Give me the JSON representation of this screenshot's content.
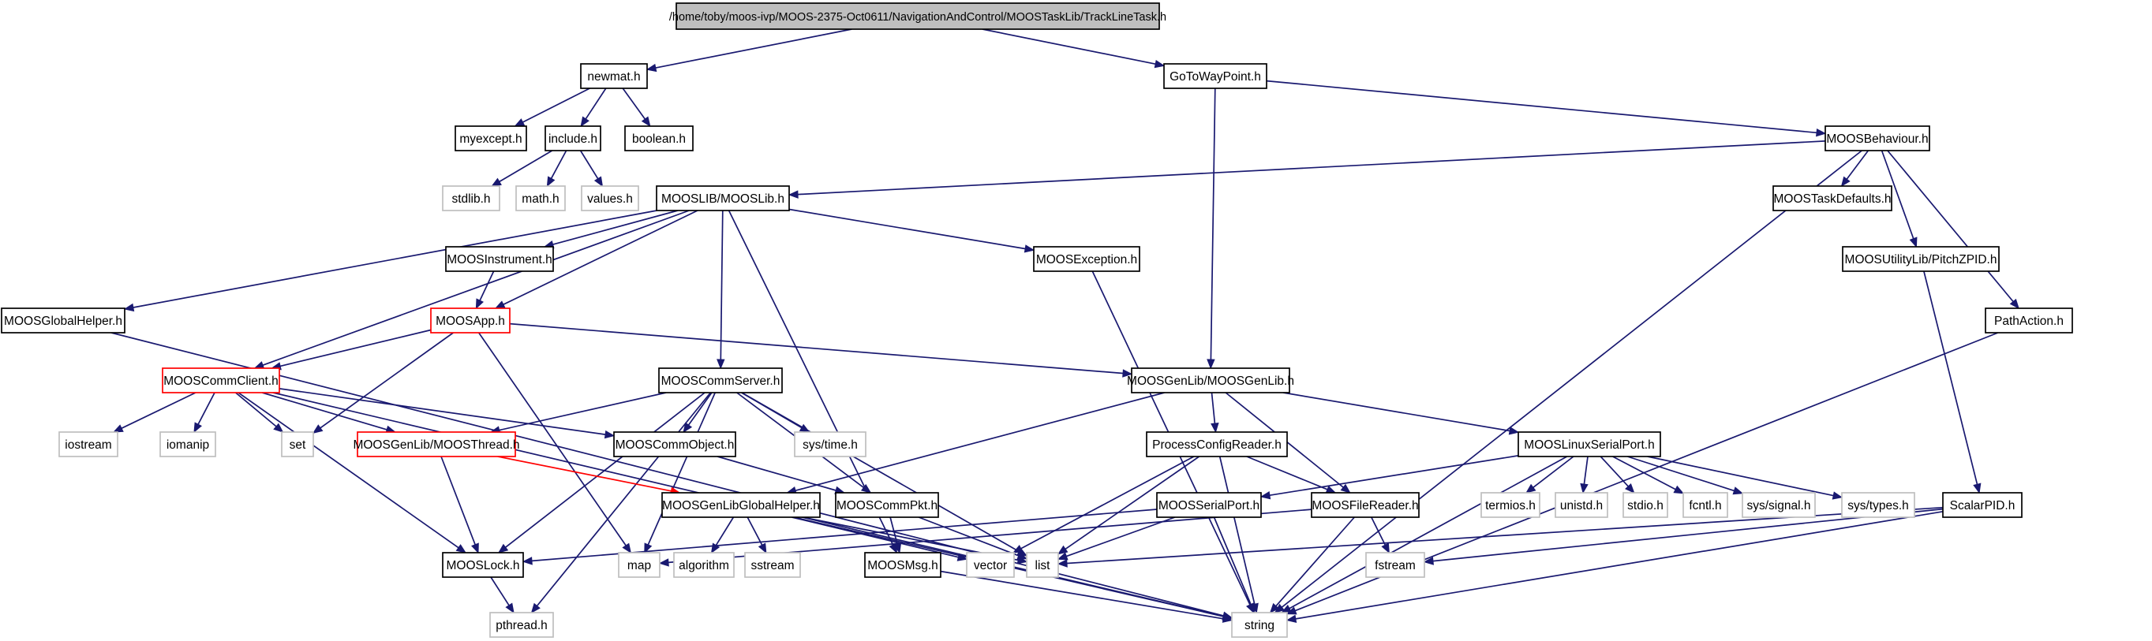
{
  "diagram": {
    "title": "",
    "colors": {
      "edge": "#191970",
      "edge_red": "#ff0000",
      "root_fill": "#bfbfbf",
      "missing_border": "#bfbfbf",
      "truncated_border": "#ff0000",
      "normal_border": "#000000"
    },
    "nodes": [
      {
        "id": "root",
        "label": "/home/toby/moos-ivp/MOOS-2375-Oct0611/NavigationAndControl/MOOSTaskLib/TrackLineTask.h",
        "kind": "root"
      },
      {
        "id": "newmat",
        "label": "newmat.h",
        "kind": "normal"
      },
      {
        "id": "gotowaypoint",
        "label": "GoToWayPoint.h",
        "kind": "normal"
      },
      {
        "id": "myexcept",
        "label": "myexcept.h",
        "kind": "normal"
      },
      {
        "id": "include",
        "label": "include.h",
        "kind": "normal"
      },
      {
        "id": "boolean",
        "label": "boolean.h",
        "kind": "normal"
      },
      {
        "id": "moosbehaviour",
        "label": "MOOSBehaviour.h",
        "kind": "normal"
      },
      {
        "id": "stdlib",
        "label": "stdlib.h",
        "kind": "missing"
      },
      {
        "id": "math",
        "label": "math.h",
        "kind": "missing"
      },
      {
        "id": "values",
        "label": "values.h",
        "kind": "missing"
      },
      {
        "id": "mooslib",
        "label": "MOOSLIB/MOOSLib.h",
        "kind": "normal"
      },
      {
        "id": "moostaskdefaults",
        "label": "MOOSTaskDefaults.h",
        "kind": "normal"
      },
      {
        "id": "moosinstrument",
        "label": "MOOSInstrument.h",
        "kind": "normal"
      },
      {
        "id": "moosexception",
        "label": "MOOSException.h",
        "kind": "normal"
      },
      {
        "id": "pitchzpid",
        "label": "MOOSUtilityLib/PitchZPID.h",
        "kind": "normal"
      },
      {
        "id": "moosglobalhelper",
        "label": "MOOSGlobalHelper.h",
        "kind": "normal"
      },
      {
        "id": "moosapp",
        "label": "MOOSApp.h",
        "kind": "truncated"
      },
      {
        "id": "pathaction",
        "label": "PathAction.h",
        "kind": "normal"
      },
      {
        "id": "mooscommclient",
        "label": "MOOSCommClient.h",
        "kind": "truncated"
      },
      {
        "id": "mooscommserver",
        "label": "MOOSCommServer.h",
        "kind": "normal"
      },
      {
        "id": "moosgenlib",
        "label": "MOOSGenLib/MOOSGenLib.h",
        "kind": "normal"
      },
      {
        "id": "iostream",
        "label": "iostream",
        "kind": "missing"
      },
      {
        "id": "iomanip",
        "label": "iomanip",
        "kind": "missing"
      },
      {
        "id": "set",
        "label": "set",
        "kind": "missing"
      },
      {
        "id": "moosthread",
        "label": "MOOSGenLib/MOOSThread.h",
        "kind": "truncated"
      },
      {
        "id": "mooscommobject",
        "label": "MOOSCommObject.h",
        "kind": "normal"
      },
      {
        "id": "systime",
        "label": "sys/time.h",
        "kind": "missing"
      },
      {
        "id": "processconfigreader",
        "label": "ProcessConfigReader.h",
        "kind": "normal"
      },
      {
        "id": "mooslinuxserialport",
        "label": "MOOSLinuxSerialPort.h",
        "kind": "normal"
      },
      {
        "id": "moosgenlibglobalhelper",
        "label": "MOOSGenLibGlobalHelper.h",
        "kind": "normal"
      },
      {
        "id": "mooscommpkt",
        "label": "MOOSCommPkt.h",
        "kind": "normal"
      },
      {
        "id": "moosserialport",
        "label": "MOOSSerialPort.h",
        "kind": "normal"
      },
      {
        "id": "moosfilereader",
        "label": "MOOSFileReader.h",
        "kind": "normal"
      },
      {
        "id": "termios",
        "label": "termios.h",
        "kind": "missing"
      },
      {
        "id": "unistd",
        "label": "unistd.h",
        "kind": "missing"
      },
      {
        "id": "stdio",
        "label": "stdio.h",
        "kind": "missing"
      },
      {
        "id": "fcntl",
        "label": "fcntl.h",
        "kind": "missing"
      },
      {
        "id": "syssignal",
        "label": "sys/signal.h",
        "kind": "missing"
      },
      {
        "id": "systypes",
        "label": "sys/types.h",
        "kind": "missing"
      },
      {
        "id": "scalarpid",
        "label": "ScalarPID.h",
        "kind": "normal"
      },
      {
        "id": "mooslock",
        "label": "MOOSLock.h",
        "kind": "normal"
      },
      {
        "id": "map",
        "label": "map",
        "kind": "missing"
      },
      {
        "id": "algorithm",
        "label": "algorithm",
        "kind": "missing"
      },
      {
        "id": "sstream",
        "label": "sstream",
        "kind": "missing"
      },
      {
        "id": "moosmsg",
        "label": "MOOSMsg.h",
        "kind": "normal"
      },
      {
        "id": "vector",
        "label": "vector",
        "kind": "missing"
      },
      {
        "id": "list",
        "label": "list",
        "kind": "missing"
      },
      {
        "id": "fstream",
        "label": "fstream",
        "kind": "missing"
      },
      {
        "id": "pthread",
        "label": "pthread.h",
        "kind": "missing"
      },
      {
        "id": "string",
        "label": "string",
        "kind": "missing"
      }
    ],
    "edges": [
      {
        "from": "root",
        "to": "newmat"
      },
      {
        "from": "root",
        "to": "gotowaypoint"
      },
      {
        "from": "newmat",
        "to": "myexcept"
      },
      {
        "from": "newmat",
        "to": "include"
      },
      {
        "from": "newmat",
        "to": "boolean"
      },
      {
        "from": "include",
        "to": "stdlib"
      },
      {
        "from": "include",
        "to": "math"
      },
      {
        "from": "include",
        "to": "values"
      },
      {
        "from": "gotowaypoint",
        "to": "moosbehaviour"
      },
      {
        "from": "gotowaypoint",
        "to": "moosgenlib"
      },
      {
        "from": "moosbehaviour",
        "to": "mooslib"
      },
      {
        "from": "moosbehaviour",
        "to": "moostaskdefaults"
      },
      {
        "from": "moosbehaviour",
        "to": "pitchzpid"
      },
      {
        "from": "moosbehaviour",
        "to": "pathaction"
      },
      {
        "from": "moosbehaviour",
        "to": "string"
      },
      {
        "from": "mooslib",
        "to": "moosglobalhelper"
      },
      {
        "from": "mooslib",
        "to": "moosinstrument"
      },
      {
        "from": "mooslib",
        "to": "moosapp"
      },
      {
        "from": "mooslib",
        "to": "mooscommclient"
      },
      {
        "from": "mooslib",
        "to": "mooscommserver"
      },
      {
        "from": "mooslib",
        "to": "moosexception"
      },
      {
        "from": "mooslib",
        "to": "moosmsg"
      },
      {
        "from": "moosinstrument",
        "to": "moosapp"
      },
      {
        "from": "moosapp",
        "to": "mooscommclient"
      },
      {
        "from": "moosapp",
        "to": "set"
      },
      {
        "from": "moosapp",
        "to": "map"
      },
      {
        "from": "moosapp",
        "to": "moosgenlib"
      },
      {
        "from": "moosexception",
        "to": "string"
      },
      {
        "from": "pitchzpid",
        "to": "scalarpid"
      },
      {
        "from": "pathaction",
        "to": "string"
      },
      {
        "from": "moosglobalhelper",
        "to": "string"
      },
      {
        "from": "mooscommclient",
        "to": "iostream"
      },
      {
        "from": "mooscommclient",
        "to": "iomanip"
      },
      {
        "from": "mooscommclient",
        "to": "set"
      },
      {
        "from": "mooscommclient",
        "to": "moosthread"
      },
      {
        "from": "mooscommclient",
        "to": "mooscommobject"
      },
      {
        "from": "mooscommclient",
        "to": "mooslock"
      },
      {
        "from": "mooscommclient",
        "to": "string"
      },
      {
        "from": "mooscommserver",
        "to": "moosthread"
      },
      {
        "from": "mooscommserver",
        "to": "mooscommobject"
      },
      {
        "from": "mooscommserver",
        "to": "systime"
      },
      {
        "from": "mooscommserver",
        "to": "mooscommpkt"
      },
      {
        "from": "mooscommserver",
        "to": "mooslock"
      },
      {
        "from": "mooscommserver",
        "to": "map"
      },
      {
        "from": "mooscommserver",
        "to": "list"
      },
      {
        "from": "mooscommserver",
        "to": "pthread"
      },
      {
        "from": "moosthread",
        "to": "moosgenlibglobalhelper",
        "red": true
      },
      {
        "from": "moosthread",
        "to": "mooslock"
      },
      {
        "from": "mooscommobject",
        "to": "mooscommpkt"
      },
      {
        "from": "mooscommpkt",
        "to": "moosmsg"
      },
      {
        "from": "mooscommpkt",
        "to": "list"
      },
      {
        "from": "moosgenlib",
        "to": "processconfigreader"
      },
      {
        "from": "moosgenlib",
        "to": "mooslinuxserialport"
      },
      {
        "from": "moosgenlib",
        "to": "moosgenlibglobalhelper"
      },
      {
        "from": "moosgenlib",
        "to": "moosfilereader"
      },
      {
        "from": "processconfigreader",
        "to": "moosfilereader"
      },
      {
        "from": "processconfigreader",
        "to": "vector"
      },
      {
        "from": "processconfigreader",
        "to": "list"
      },
      {
        "from": "processconfigreader",
        "to": "string"
      },
      {
        "from": "mooslinuxserialport",
        "to": "moosserialport"
      },
      {
        "from": "mooslinuxserialport",
        "to": "termios"
      },
      {
        "from": "mooslinuxserialport",
        "to": "unistd"
      },
      {
        "from": "mooslinuxserialport",
        "to": "stdio"
      },
      {
        "from": "mooslinuxserialport",
        "to": "fcntl"
      },
      {
        "from": "mooslinuxserialport",
        "to": "syssignal"
      },
      {
        "from": "mooslinuxserialport",
        "to": "systypes"
      },
      {
        "from": "mooslinuxserialport",
        "to": "string"
      },
      {
        "from": "moosgenlibglobalhelper",
        "to": "algorithm"
      },
      {
        "from": "moosgenlibglobalhelper",
        "to": "sstream"
      },
      {
        "from": "moosgenlibglobalhelper",
        "to": "vector"
      },
      {
        "from": "moosgenlibglobalhelper",
        "to": "list"
      },
      {
        "from": "moosgenlibglobalhelper",
        "to": "string"
      },
      {
        "from": "moosserialport",
        "to": "mooslock"
      },
      {
        "from": "moosserialport",
        "to": "list"
      },
      {
        "from": "moosserialport",
        "to": "string"
      },
      {
        "from": "moosfilereader",
        "to": "map"
      },
      {
        "from": "moosfilereader",
        "to": "fstream"
      },
      {
        "from": "moosfilereader",
        "to": "string"
      },
      {
        "from": "scalarpid",
        "to": "list"
      },
      {
        "from": "scalarpid",
        "to": "fstream"
      },
      {
        "from": "scalarpid",
        "to": "string"
      },
      {
        "from": "mooslock",
        "to": "pthread"
      },
      {
        "from": "moosmsg",
        "to": "string"
      }
    ]
  }
}
